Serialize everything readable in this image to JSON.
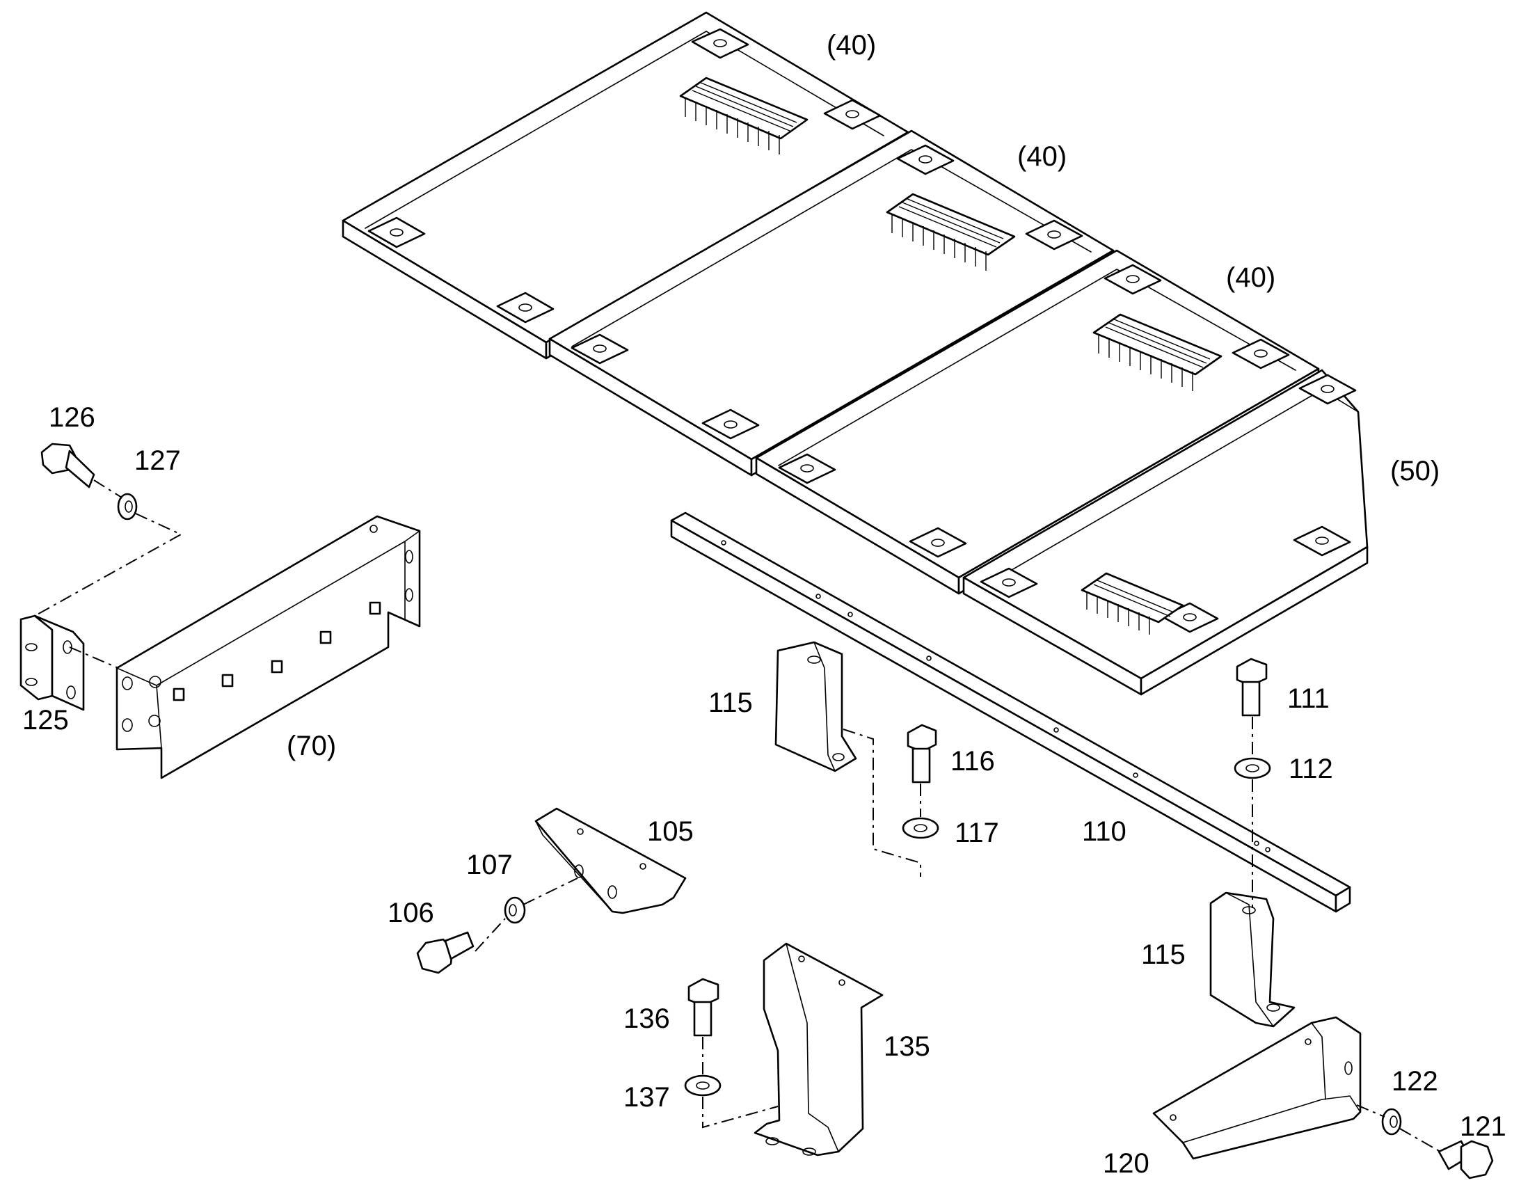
{
  "labels": {
    "panel_a": "(40)",
    "panel_b": "(40)",
    "panel_c": "(40)",
    "panel_d": "(50)",
    "frame_70": "(70)",
    "p105": "105",
    "p106": "106",
    "p107": "107",
    "p110": "110",
    "p111": "111",
    "p112": "112",
    "p115a": "115",
    "p115b": "115",
    "p116": "116",
    "p117": "117",
    "p120": "120",
    "p121": "121",
    "p122": "122",
    "p125": "125",
    "p126": "126",
    "p127": "127",
    "p135": "135",
    "p136": "136",
    "p137": "137"
  }
}
